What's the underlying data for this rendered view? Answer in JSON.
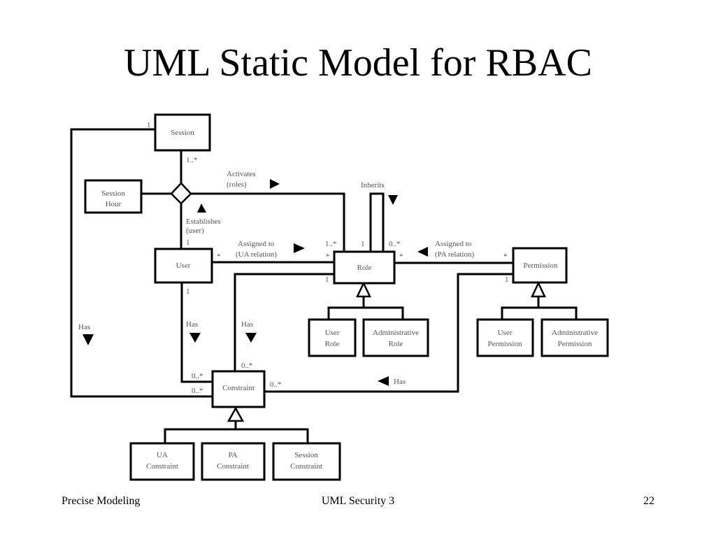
{
  "slide": {
    "title": "UML Static Model for RBAC",
    "footer_left": "Precise Modeling",
    "footer_center": "UML Security 3",
    "page_number": "22"
  },
  "classes": {
    "session": "Session",
    "session_hour": [
      "Session",
      "Hour"
    ],
    "user": "User",
    "role": "Role",
    "permission": "Permission",
    "user_role": [
      "User",
      "Role"
    ],
    "admin_role": [
      "Administrative",
      "Role"
    ],
    "user_permission": [
      "User",
      "Permission"
    ],
    "admin_permission": [
      "Administrative",
      "Permission"
    ],
    "constraint": "Constraint",
    "ua_constraint": [
      "UA",
      "Constraint"
    ],
    "pa_constraint": [
      "PA",
      "Constraint"
    ],
    "session_constraint": [
      "Session",
      "Constraint"
    ]
  },
  "associations": {
    "activates": [
      "Activates",
      "(roles)"
    ],
    "establishes": [
      "Establishes",
      "(user)"
    ],
    "inherits": "Inherits",
    "ua_assigned": [
      "Assigned to",
      "(UA relation)"
    ],
    "pa_assigned": [
      "Assigned to",
      "(PA relation)"
    ],
    "has_left": "Has",
    "has_user": "Has",
    "has_role": "Has",
    "has_permission": "Has"
  },
  "multiplicities": {
    "session_left": "1",
    "session_bottom": "1..*",
    "user_top": "1",
    "user_right": "*",
    "user_bottom": "1",
    "role_ua_top": "1..*",
    "role_ua": "*",
    "role_inherit": "1",
    "role_inherit_right": "0..*",
    "role_pa": "*",
    "role_bottom": "1",
    "permission_left": "*",
    "permission_bottom": "1",
    "constraint_user": "0..*",
    "constraint_session": "0..*",
    "constraint_top": "0..*",
    "constraint_right": "0..*"
  }
}
